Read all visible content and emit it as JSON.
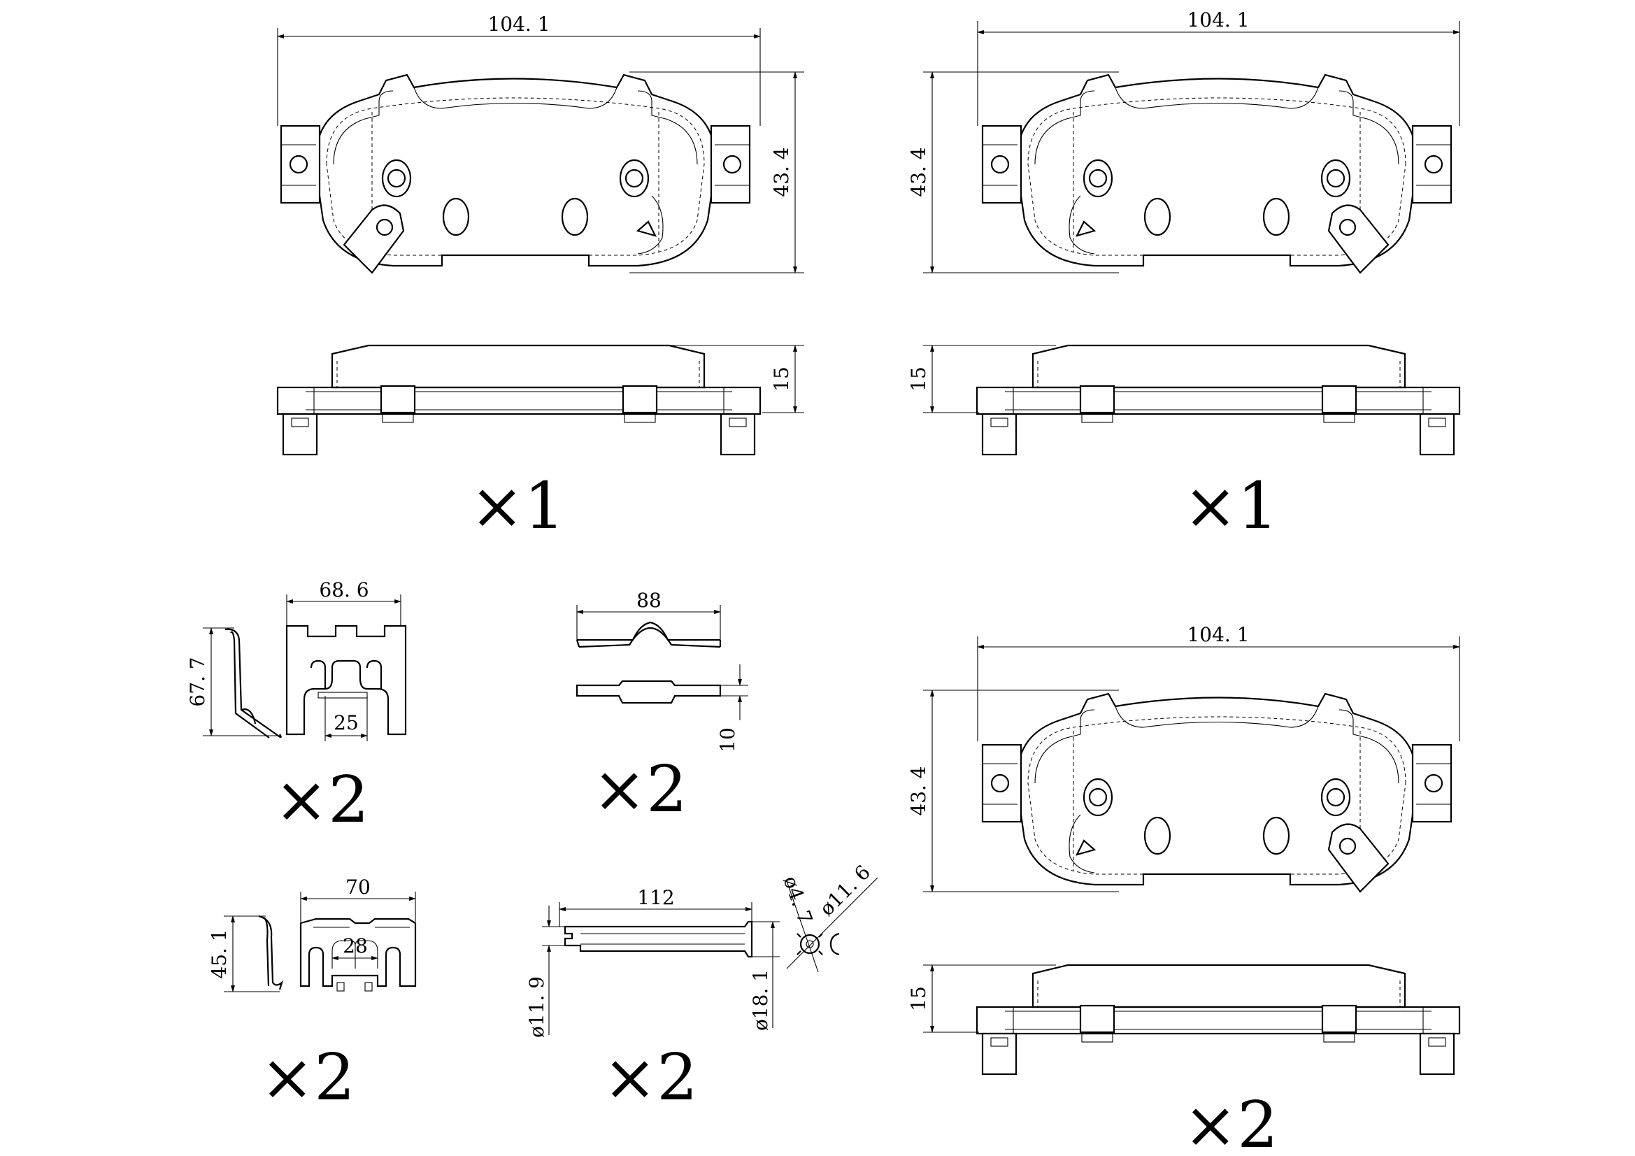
{
  "pad1": {
    "width": "104. 1",
    "height": "43. 4",
    "thickness": "15",
    "qty": "×1"
  },
  "pad2": {
    "width": "104. 1",
    "height": "43. 4",
    "thickness": "15",
    "qty": "×1"
  },
  "pad3": {
    "width": "104. 1",
    "height": "43. 4",
    "thickness": "15",
    "qty": "×2"
  },
  "clip1": {
    "width": "68. 6",
    "height": "67. 7",
    "inner": "25",
    "qty": "×2"
  },
  "clip2": {
    "width": "70",
    "height": "45. 1",
    "inner": "28",
    "qty": "×2"
  },
  "spring": {
    "width": "88",
    "thickness": "10",
    "qty": "×2"
  },
  "pin": {
    "length": "112",
    "dia_small": "ø11. 9",
    "dia_large": "ø18. 1",
    "dia_a": "ø4. 7",
    "dia_b": "ø11. 6",
    "qty": "×2"
  }
}
